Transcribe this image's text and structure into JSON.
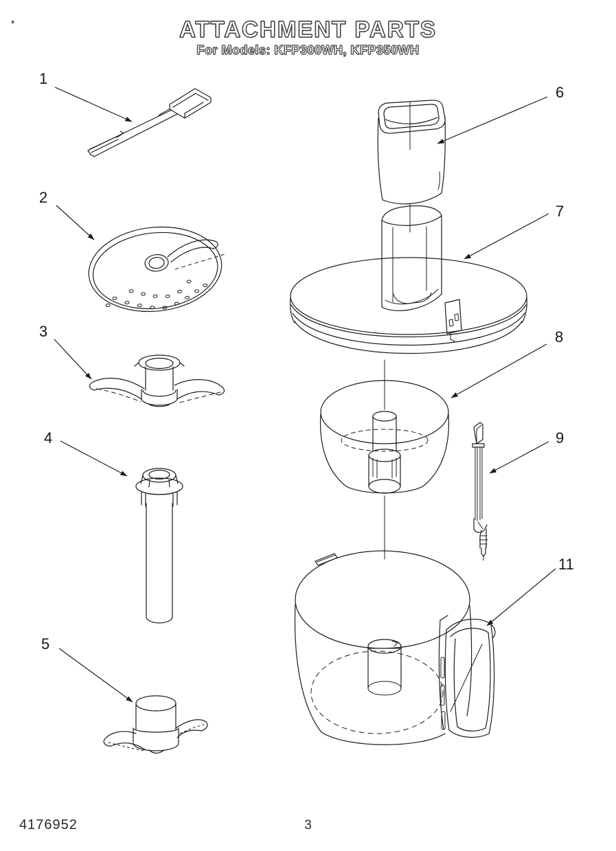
{
  "page": {
    "title": "ATTACHMENT PARTS",
    "subtitle": "For Models: KFP300WH, KFP350WH",
    "footer": {
      "doc_number": "4176952",
      "page_number": "3"
    }
  },
  "diagram": {
    "type": "exploded-parts-line-drawing",
    "line_color": "#1c1c1c",
    "background_color": "#ffffff",
    "callouts": [
      {
        "number": "1",
        "part": "spatula"
      },
      {
        "number": "2",
        "part": "slicing-shredding-disc"
      },
      {
        "number": "3",
        "part": "multipurpose-blade"
      },
      {
        "number": "4",
        "part": "disc-stem"
      },
      {
        "number": "5",
        "part": "dough-blade"
      },
      {
        "number": "6",
        "part": "food-pusher"
      },
      {
        "number": "7",
        "part": "work-bowl-cover-with-feed-tube"
      },
      {
        "number": "8",
        "part": "mini-bowl"
      },
      {
        "number": "9",
        "part": "cleaning-tool"
      },
      {
        "number": "11",
        "part": "work-bowl-with-handle"
      }
    ]
  }
}
